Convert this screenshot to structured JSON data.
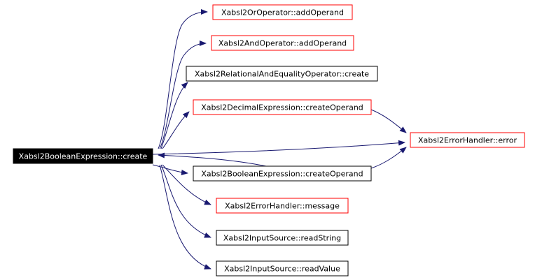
{
  "graph": {
    "root": {
      "id": "root",
      "label": "Xabsl2BooleanExpression::create",
      "style": "filled"
    },
    "nodes": [
      {
        "id": "or_add",
        "label": "Xabsl2OrOperator::addOperand",
        "border": "red"
      },
      {
        "id": "and_add",
        "label": "Xabsl2AndOperator::addOperand",
        "border": "red"
      },
      {
        "id": "rel_create",
        "label": "Xabsl2RelationalAndEqualityOperator::create",
        "border": "black"
      },
      {
        "id": "dec_create_op",
        "label": "Xabsl2DecimalExpression::createOperand",
        "border": "red"
      },
      {
        "id": "err_error",
        "label": "Xabsl2ErrorHandler::error",
        "border": "red"
      },
      {
        "id": "bool_create_op",
        "label": "Xabsl2BooleanExpression::createOperand",
        "border": "black"
      },
      {
        "id": "err_message",
        "label": "Xabsl2ErrorHandler::message",
        "border": "red"
      },
      {
        "id": "read_string",
        "label": "Xabsl2InputSource::readString",
        "border": "black"
      },
      {
        "id": "read_value",
        "label": "Xabsl2InputSource::readValue",
        "border": "black"
      }
    ],
    "edges": [
      {
        "from": "root",
        "to": "or_add"
      },
      {
        "from": "root",
        "to": "and_add"
      },
      {
        "from": "root",
        "to": "rel_create"
      },
      {
        "from": "root",
        "to": "dec_create_op"
      },
      {
        "from": "root",
        "to": "err_error"
      },
      {
        "from": "root",
        "to": "bool_create_op"
      },
      {
        "from": "root",
        "to": "err_message"
      },
      {
        "from": "root",
        "to": "read_string"
      },
      {
        "from": "root",
        "to": "read_value"
      },
      {
        "from": "dec_create_op",
        "to": "err_error"
      },
      {
        "from": "bool_create_op",
        "to": "err_error"
      },
      {
        "from": "bool_create_op",
        "to": "root"
      }
    ],
    "colors": {
      "edge": "#191970",
      "red_border": "#ff0000",
      "black_border": "#000000",
      "root_fill": "#000000",
      "root_text": "#ffffff",
      "text": "#000000"
    }
  }
}
